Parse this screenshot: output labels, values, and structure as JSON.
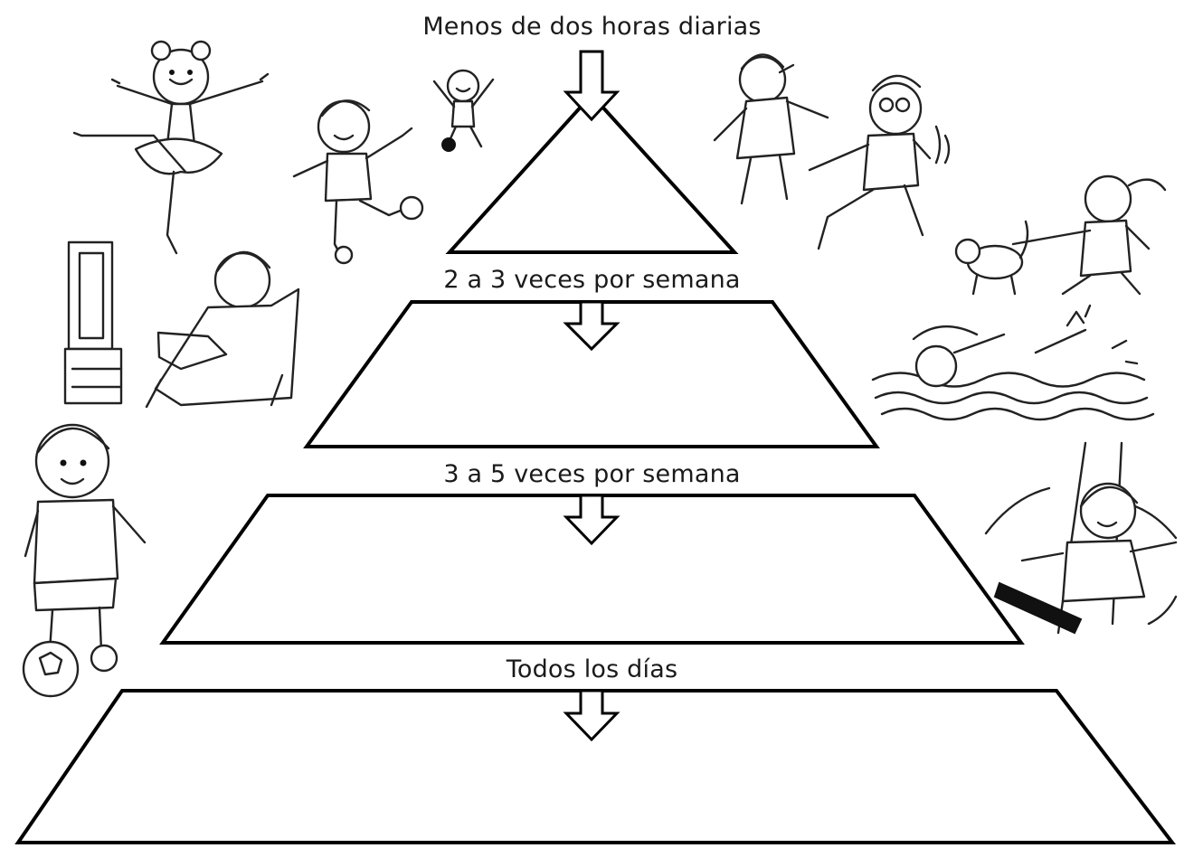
{
  "pyramid": {
    "levels": [
      {
        "label": "Menos de dos horas diarias",
        "shape": "triangle"
      },
      {
        "label": "2 a 3 veces por semana",
        "shape": "trapezoid"
      },
      {
        "label": "3 a 5 veces por semana",
        "shape": "trapezoid"
      },
      {
        "label": "Todos los días",
        "shape": "trapezoid"
      }
    ]
  },
  "illustrations": [
    "ballet-dancer",
    "child-kicking-ball",
    "small-child-jumping",
    "child-watching-tv",
    "children-running",
    "child-walking-dog",
    "child-swimming",
    "child-playing-soccer",
    "child-on-swing"
  ],
  "colors": {
    "line": "#000000",
    "background": "#ffffff"
  }
}
